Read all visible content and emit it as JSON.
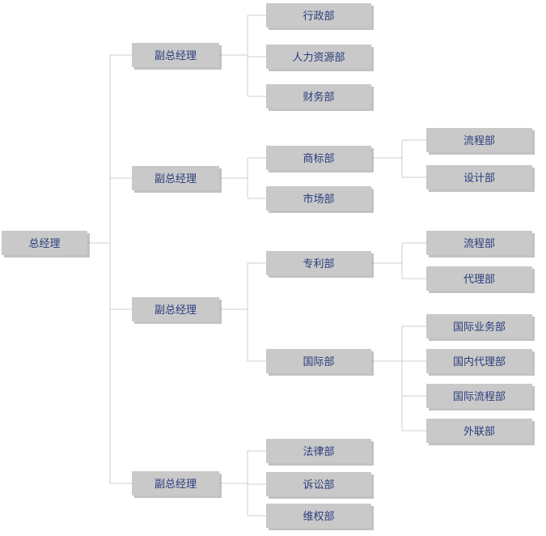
{
  "root": {
    "label": "总经理",
    "children": [
      {
        "label": "副总经理",
        "children": [
          {
            "label": "行政部"
          },
          {
            "label": "人力资源部"
          },
          {
            "label": "财务部"
          }
        ]
      },
      {
        "label": "副总经理",
        "children": [
          {
            "label": "商标部",
            "children": [
              {
                "label": "流程部"
              },
              {
                "label": "设计部"
              }
            ]
          },
          {
            "label": "市场部"
          }
        ]
      },
      {
        "label": "副总经理",
        "children": [
          {
            "label": "专利部",
            "children": [
              {
                "label": "流程部"
              },
              {
                "label": "代理部"
              }
            ]
          },
          {
            "label": "国际部",
            "children": [
              {
                "label": "国际业务部"
              },
              {
                "label": "国内代理部"
              },
              {
                "label": "国际流程部"
              },
              {
                "label": "外联部"
              }
            ]
          }
        ]
      },
      {
        "label": "副总经理",
        "children": [
          {
            "label": "法律部"
          },
          {
            "label": "诉讼部"
          },
          {
            "label": "维权部"
          }
        ]
      }
    ]
  }
}
